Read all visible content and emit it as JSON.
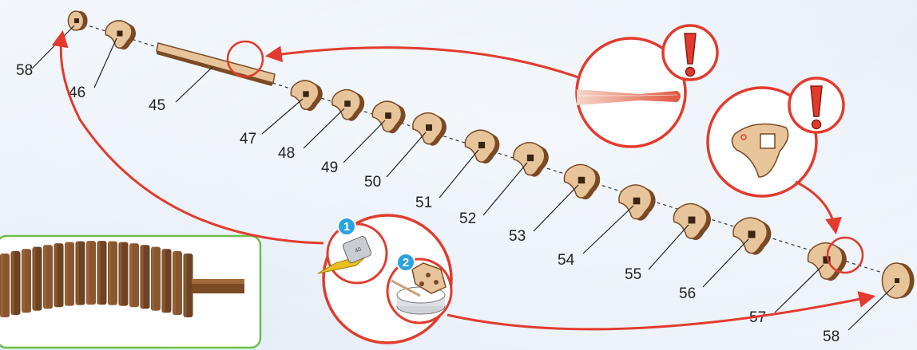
{
  "parts": [
    {
      "label": "58",
      "shape": "disc"
    },
    {
      "label": "46",
      "shape": "tri"
    },
    {
      "label": "45",
      "shape": "rod"
    },
    {
      "label": "47",
      "shape": "tri"
    },
    {
      "label": "48",
      "shape": "tri"
    },
    {
      "label": "49",
      "shape": "tri"
    },
    {
      "label": "50",
      "shape": "tri"
    },
    {
      "label": "51",
      "shape": "tri"
    },
    {
      "label": "52",
      "shape": "tri"
    },
    {
      "label": "53",
      "shape": "tri"
    },
    {
      "label": "54",
      "shape": "tri"
    },
    {
      "label": "55",
      "shape": "tri"
    },
    {
      "label": "56",
      "shape": "tri"
    },
    {
      "label": "57",
      "shape": "tri"
    },
    {
      "label": "58",
      "shape": "disc"
    }
  ],
  "callouts": {
    "warning_icon": "exclamation-icon",
    "step_badges": [
      "1",
      "2"
    ]
  },
  "colors": {
    "arrow": "#e23b2e",
    "wood_light": "#e8c49a",
    "wood_dark": "#7a4a25",
    "inset_border": "#6cbf4a"
  }
}
